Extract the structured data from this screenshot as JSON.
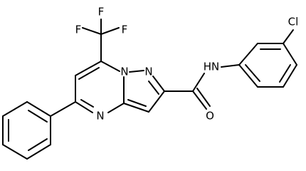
{
  "labels": {
    "f_left": "F",
    "f_top": "F",
    "f_right": "F",
    "n_bridge": "N",
    "n_pyrazole": "N",
    "n_pyrimidine": "N",
    "nh": "HN",
    "oxygen": "O",
    "chlorine": "Cl"
  },
  "colors": {
    "ink": "#000000",
    "background": "#ffffff"
  }
}
